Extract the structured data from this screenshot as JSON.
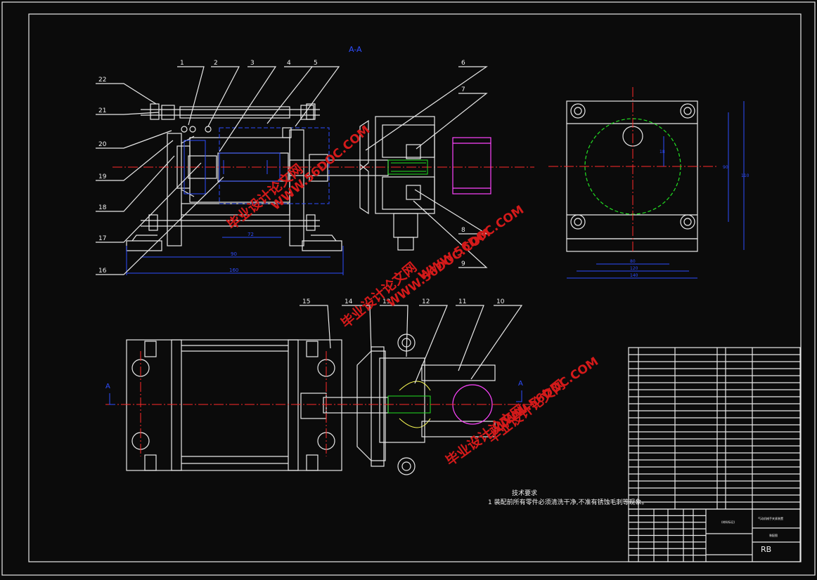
{
  "section_label": "A-A",
  "section_marks": [
    "A",
    "A"
  ],
  "part_numbers": [
    "1",
    "2",
    "3",
    "4",
    "5",
    "6",
    "7",
    "8",
    "9",
    "10",
    "11",
    "12",
    "13",
    "14",
    "15",
    "16",
    "17",
    "18",
    "19",
    "20",
    "21",
    "22"
  ],
  "dimensions": {
    "front_inner": "72",
    "front_mid": "90",
    "front_total": "160",
    "side_bottom_1": "80",
    "side_bottom_2": "120",
    "side_bottom_3": "140",
    "side_right_1": "90",
    "side_right_2": "110",
    "side_small": "18"
  },
  "watermarks": [
    "WWW.56DOC.COM",
    "毕业设计论文网",
    "WWW.56DOC.COM",
    "毕业设计论文网",
    "WWW.56DOC.COM",
    "毕业设计论文网",
    "WWW.56DOC.COM",
    "毕业设计论文网"
  ],
  "tech_req": {
    "title": "技术要求",
    "line1": "1  装配前所有零件必须清洗干净,不准有锈蚀毛刺等现象。"
  },
  "title_block": {
    "drawing_name": "气动机械手夹紧装置",
    "material_note": "(材料标记)",
    "code": "RB",
    "sub_title": "装配图"
  }
}
